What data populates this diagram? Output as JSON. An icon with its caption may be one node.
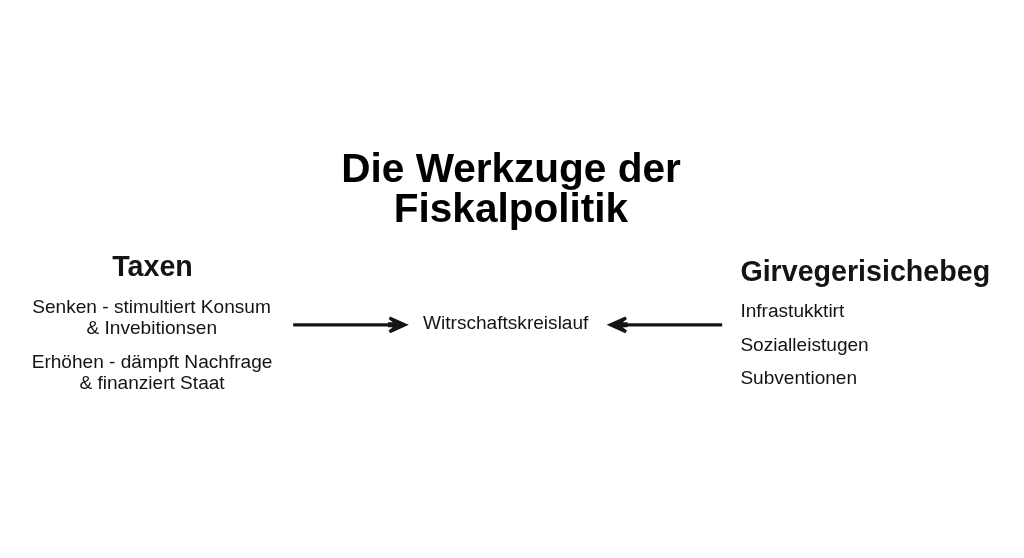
{
  "diagram": {
    "title": "Die Werkzuge der Fiskalpolitik",
    "nodes": [
      {
        "text": [
          "Taxen",
          "Senken - stimultiert Konsum & Invebitionsen",
          "Erhöhen - dämpft Nachfrage & finanziert Staat"
        ]
      },
      {
        "text": [
          "Witrschaftskreislauf"
        ]
      },
      {
        "text": [
          "Girvegerisichebeg",
          "Infrastukktirt",
          "Sozialleistugen",
          "Subventionen"
        ]
      }
    ],
    "edges": [
      {
        "from": 0,
        "to": 1,
        "arrow": "to"
      },
      {
        "from": 2,
        "to": 1,
        "arrow": "to"
      }
    ]
  }
}
